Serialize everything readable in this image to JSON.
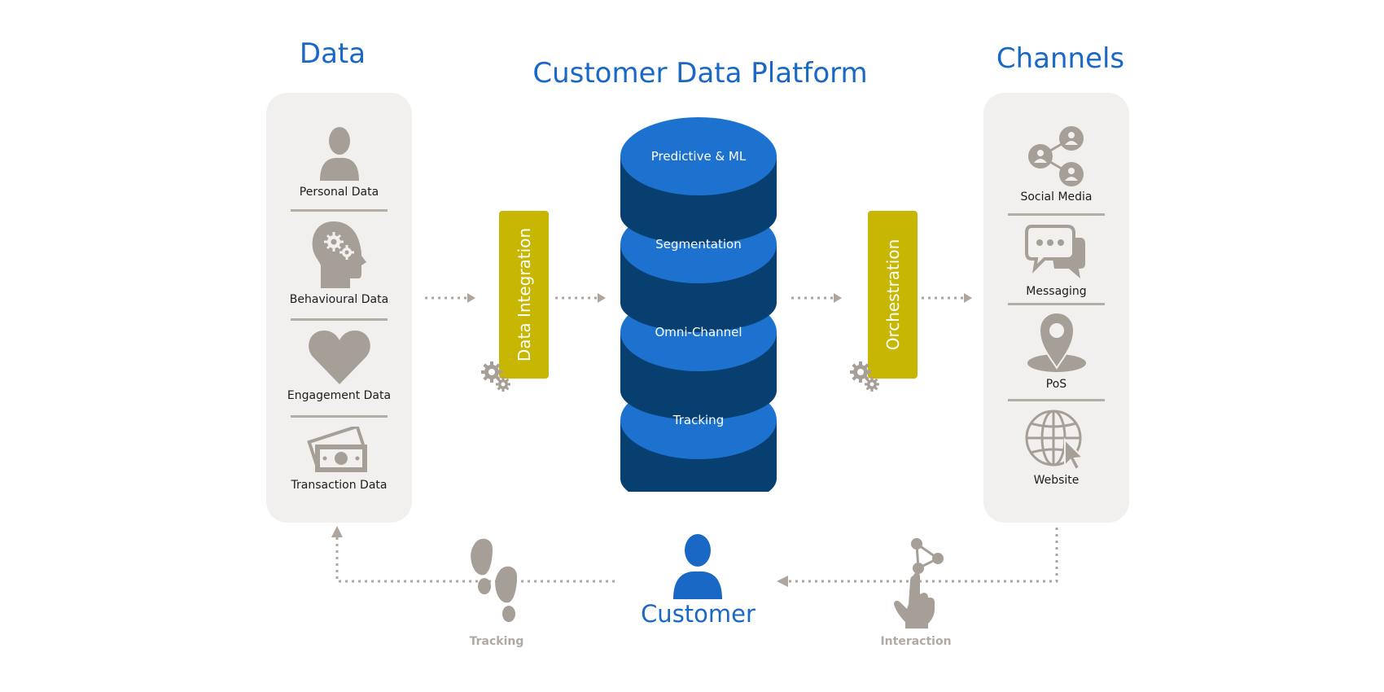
{
  "headings": {
    "data": "Data",
    "platform": "Customer Data Platform",
    "channels": "Channels"
  },
  "data_panel": {
    "items": [
      {
        "label": "Personal Data",
        "icon": "person-icon"
      },
      {
        "label": "Behavioural Data",
        "icon": "head-gears-icon"
      },
      {
        "label": "Engagement Data",
        "icon": "heart-icon"
      },
      {
        "label": "Transaction Data",
        "icon": "money-icon"
      }
    ]
  },
  "channels_panel": {
    "items": [
      {
        "label": "Social Media",
        "icon": "social-network-icon"
      },
      {
        "label": "Messaging",
        "icon": "chat-bubbles-icon"
      },
      {
        "label": "PoS",
        "icon": "location-pin-icon"
      },
      {
        "label": "Website",
        "icon": "globe-cursor-icon"
      }
    ]
  },
  "processes": {
    "integration": "Data Integration",
    "orchestration": "Orchestration"
  },
  "platform_layers": [
    "Predictive & ML",
    "Segmentation",
    "Omni-Channel",
    "Tracking"
  ],
  "customer": {
    "label": "Customer"
  },
  "loop": {
    "tracking": "Tracking",
    "interaction": "Interaction"
  },
  "colors": {
    "heading_blue": "#1a68c6",
    "disc_top": "#1d72d0",
    "disc_side": "#073f70",
    "process_bar": "#c7b702",
    "icon_gray": "#a59f97",
    "panel_bg": "#f1f0ee",
    "arrow_gray": "#aea69e"
  }
}
